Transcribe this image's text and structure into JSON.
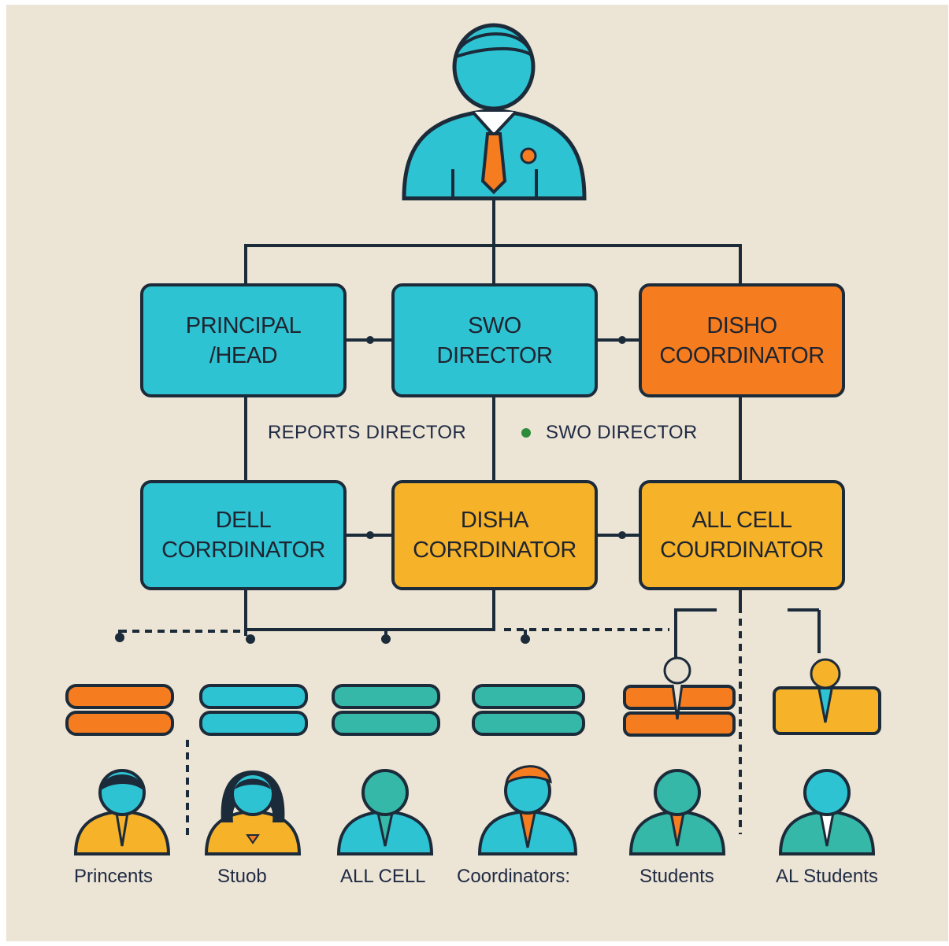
{
  "boxes": {
    "principal": "PRINCIPAL\n/HEAD",
    "swo_director": "SWO\nDIRECTOR",
    "disho_coordinator": "DISHO\nCOORDINATOR",
    "dell_coordinator": "DELL\nCORRDINATOR",
    "disha_coordinator": "DISHA\nCORRDINATOR",
    "all_cell_coordinator": "ALL CELL\nCOURDINATOR"
  },
  "notes": {
    "reports": "REPORTS DIRECTOR",
    "swo": "SWO DIRECTOR"
  },
  "captions": [
    "Princents",
    "Stuob",
    "ALL CELL",
    "Coordinators:",
    "Students",
    "AL Students"
  ],
  "colors": {
    "background": "#ece4d4",
    "cyan": "#2ec3d3",
    "teal": "#35b8a8",
    "orange": "#f57c1f",
    "yellow": "#f6b329",
    "outline": "#1c2b3a"
  },
  "icons": [
    "top-person-icon",
    "stack-icons",
    "person-icons"
  ]
}
